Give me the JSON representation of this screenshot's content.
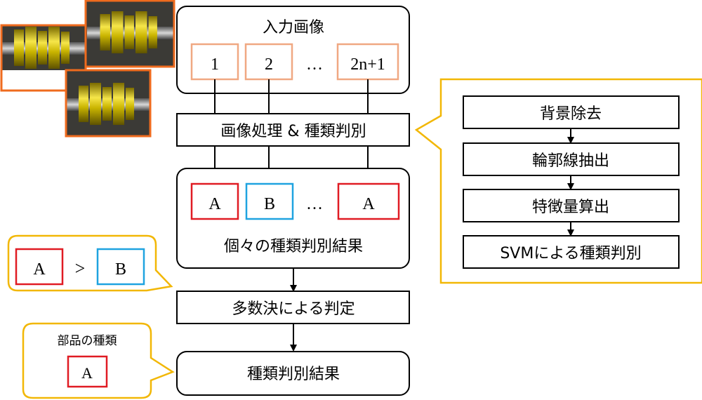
{
  "colors": {
    "orange": "#f0a882",
    "red": "#e01b23",
    "blue": "#1fa3e0",
    "gold": "#f2b705",
    "photo_border": "#ef6b1e",
    "metal": "#c9b400"
  },
  "icons": {
    "photo": "gear-shaft-photo-icon"
  },
  "input_block": {
    "title": "入力画像",
    "items": [
      "1",
      "2",
      "…",
      "2n+1"
    ]
  },
  "process_block": {
    "label": "画像処理 & 種類判別"
  },
  "result_block": {
    "items": [
      "A",
      "B",
      "…",
      "A"
    ],
    "caption": "個々の種類判別結果"
  },
  "vote_block": {
    "label": "多数決による判定"
  },
  "final_block": {
    "label": "種類判別結果"
  },
  "detail_callout": {
    "steps": [
      "背景除去",
      "輪郭線抽出",
      "特徴量算出",
      "SVMによる種類判別"
    ]
  },
  "compare_callout": {
    "left": "A",
    "op": ">",
    "right": "B"
  },
  "part_callout": {
    "title": "部品の種類",
    "value": "A"
  }
}
